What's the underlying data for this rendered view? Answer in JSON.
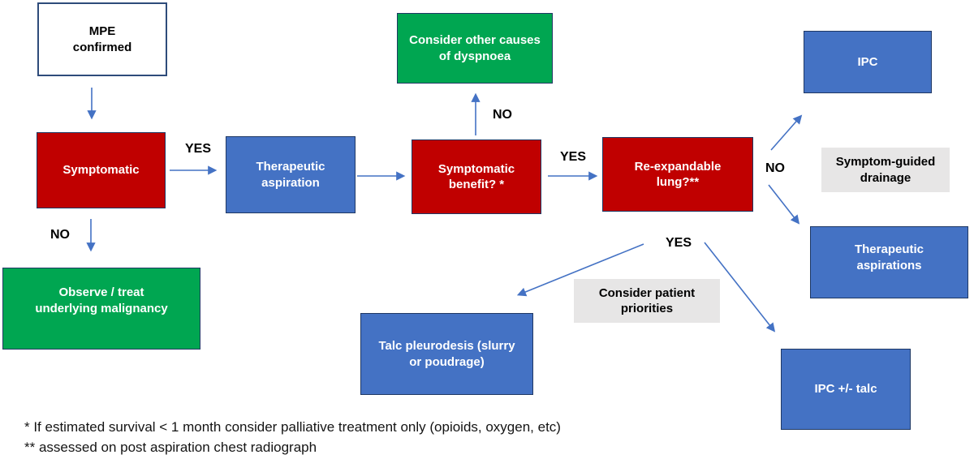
{
  "nodes": {
    "mpe": {
      "label": "MPE\nconfirmed"
    },
    "symptomatic": {
      "label": "Symptomatic"
    },
    "therapeutic_aspiration": {
      "label": "Therapeutic\naspiration"
    },
    "consider_other_causes": {
      "label": "Consider other causes\nof dyspnoea"
    },
    "symptomatic_benefit": {
      "label": "Symptomatic\nbenefit? *"
    },
    "re_expandable_lung": {
      "label": "Re-expandable\nlung?**"
    },
    "ipc": {
      "label": "IPC"
    },
    "symptom_guided_drainage": {
      "label": "Symptom-guided\ndrainage"
    },
    "therapeutic_aspirations": {
      "label": "Therapeutic\naspirations"
    },
    "observe_treat": {
      "label": "Observe / treat\nunderlying malignancy"
    },
    "talc_pleurodesis": {
      "label": "Talc pleurodesis (slurry\nor poudrage)"
    },
    "consider_patient_priorities": {
      "label": "Consider patient\npriorities"
    },
    "ipc_talc": {
      "label": "IPC +/- talc"
    }
  },
  "edge_labels": {
    "yes_symptomatic": "YES",
    "no_symptomatic": "NO",
    "no_benefit": "NO",
    "yes_benefit": "YES",
    "no_expandable": "NO",
    "yes_expandable": "YES"
  },
  "footnotes": {
    "line1": "* If estimated survival < 1 month consider palliative treatment only (opioids, oxygen, etc)",
    "line2": "** assessed on post aspiration chest radiograph"
  },
  "colors": {
    "red": "#C00000",
    "blue": "#4472C4",
    "green": "#00A651",
    "gray": "#E7E6E6",
    "arrow": "#4472C4"
  }
}
